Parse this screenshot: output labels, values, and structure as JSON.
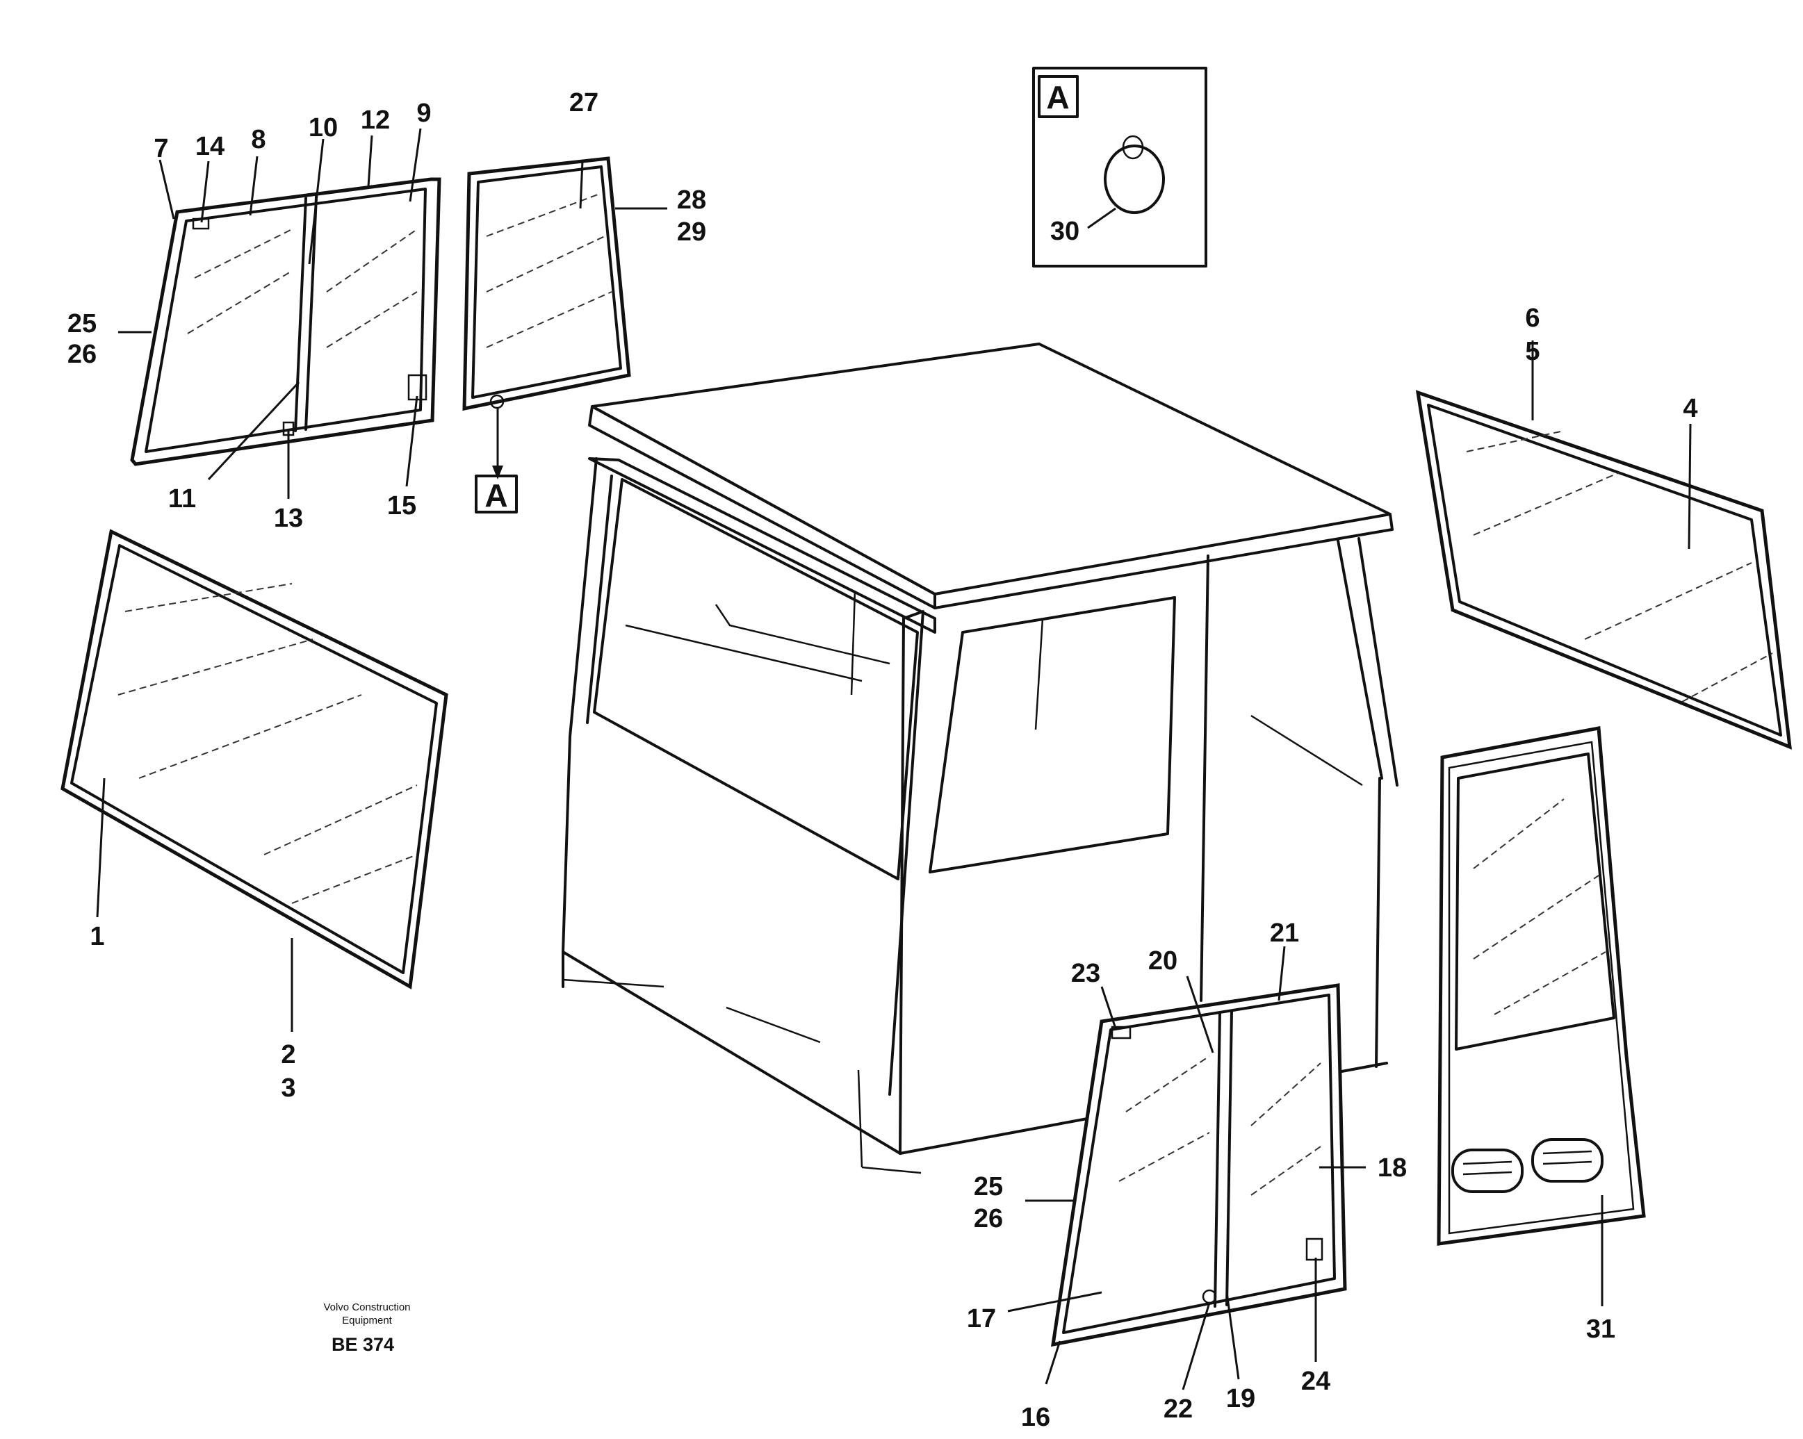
{
  "callouts": {
    "c1": "1",
    "c2": "2",
    "c3": "3",
    "c4": "4",
    "c5": "5",
    "c6": "6",
    "c7": "7",
    "c8": "8",
    "c9": "9",
    "c10": "10",
    "c11": "11",
    "c12": "12",
    "c13": "13",
    "c14": "14",
    "c15": "15",
    "c16": "16",
    "c17": "17",
    "c18": "18",
    "c19": "19",
    "c20": "20",
    "c21": "21",
    "c22": "22",
    "c23": "23",
    "c24": "24",
    "c25a": "25",
    "c26a": "26",
    "c25b": "25",
    "c26b": "26",
    "c27": "27",
    "c28": "28",
    "c29": "29",
    "c30": "30",
    "c31": "31"
  },
  "detail": {
    "label": "A",
    "ref_label": "A"
  },
  "footer": {
    "company_line1": "Volvo Construction",
    "company_line2": "Equipment",
    "code": "BE 374"
  }
}
